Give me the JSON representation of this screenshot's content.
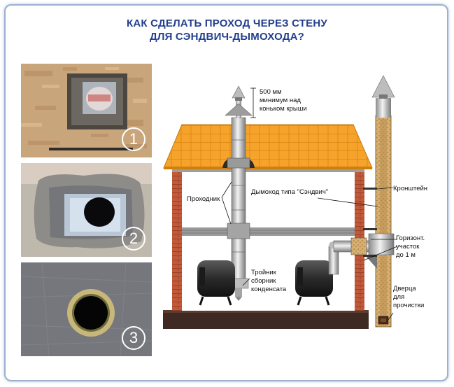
{
  "title": {
    "line1": "КАК СДЕЛАТЬ  ПРОХОД ЧЕРЕЗ СТЕНУ",
    "line2": "ДЛЯ СЭНДВИЧ-ДЫМОХОДА?"
  },
  "photos": [
    {
      "number": "1"
    },
    {
      "number": "2"
    },
    {
      "number": "3"
    }
  ],
  "diagram": {
    "roof_note": [
      "500 мм",
      "минимум над",
      "коньком крыши"
    ],
    "label_passage": "Проходник",
    "label_chimney": "Дымоход типа \"Сэндвич\"",
    "label_bracket": "Кронштейн",
    "label_horizontal": [
      "Горизонт.",
      "участок",
      "до 1 м"
    ],
    "label_tee": [
      "Тройник",
      "сборник",
      "конденсата"
    ],
    "label_door": [
      "Дверца",
      "для",
      "прочистки"
    ]
  },
  "colors": {
    "title": "#233f8f",
    "roof": "#f39a1e",
    "brick": "#b5492c",
    "ground": "#3e2a22",
    "frame": "#9cb0cf"
  }
}
